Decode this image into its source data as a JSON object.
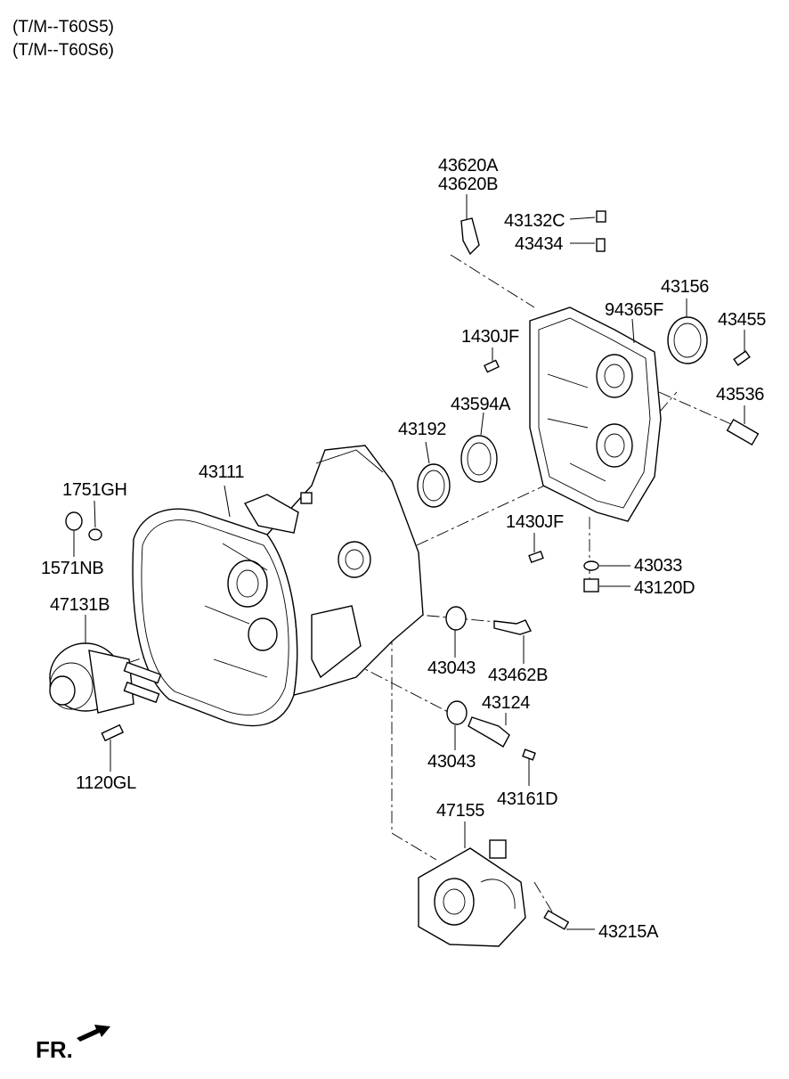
{
  "header": {
    "line1": "(T/M--T60S5)",
    "line2": "(T/M--T60S6)"
  },
  "labels": {
    "p43620A": "43620A",
    "p43620B": "43620B",
    "p43132C": "43132C",
    "p43434": "43434",
    "p43156": "43156",
    "p94365F": "94365F",
    "p43455": "43455",
    "p1430JF_top": "1430JF",
    "p43536": "43536",
    "p43594A": "43594A",
    "p43192": "43192",
    "p43111": "43111",
    "p1751GH": "1751GH",
    "p1571NB": "1571NB",
    "p1430JF_bottom": "1430JF",
    "p43033": "43033",
    "p43120D": "43120D",
    "p47131B": "47131B",
    "p43043_a": "43043",
    "p43462B": "43462B",
    "p43124": "43124",
    "p43043_b": "43043",
    "p43161D": "43161D",
    "p1120GL": "1120GL",
    "p47155": "47155",
    "p43215A": "43215A"
  },
  "footer": {
    "front_label": "FR."
  }
}
